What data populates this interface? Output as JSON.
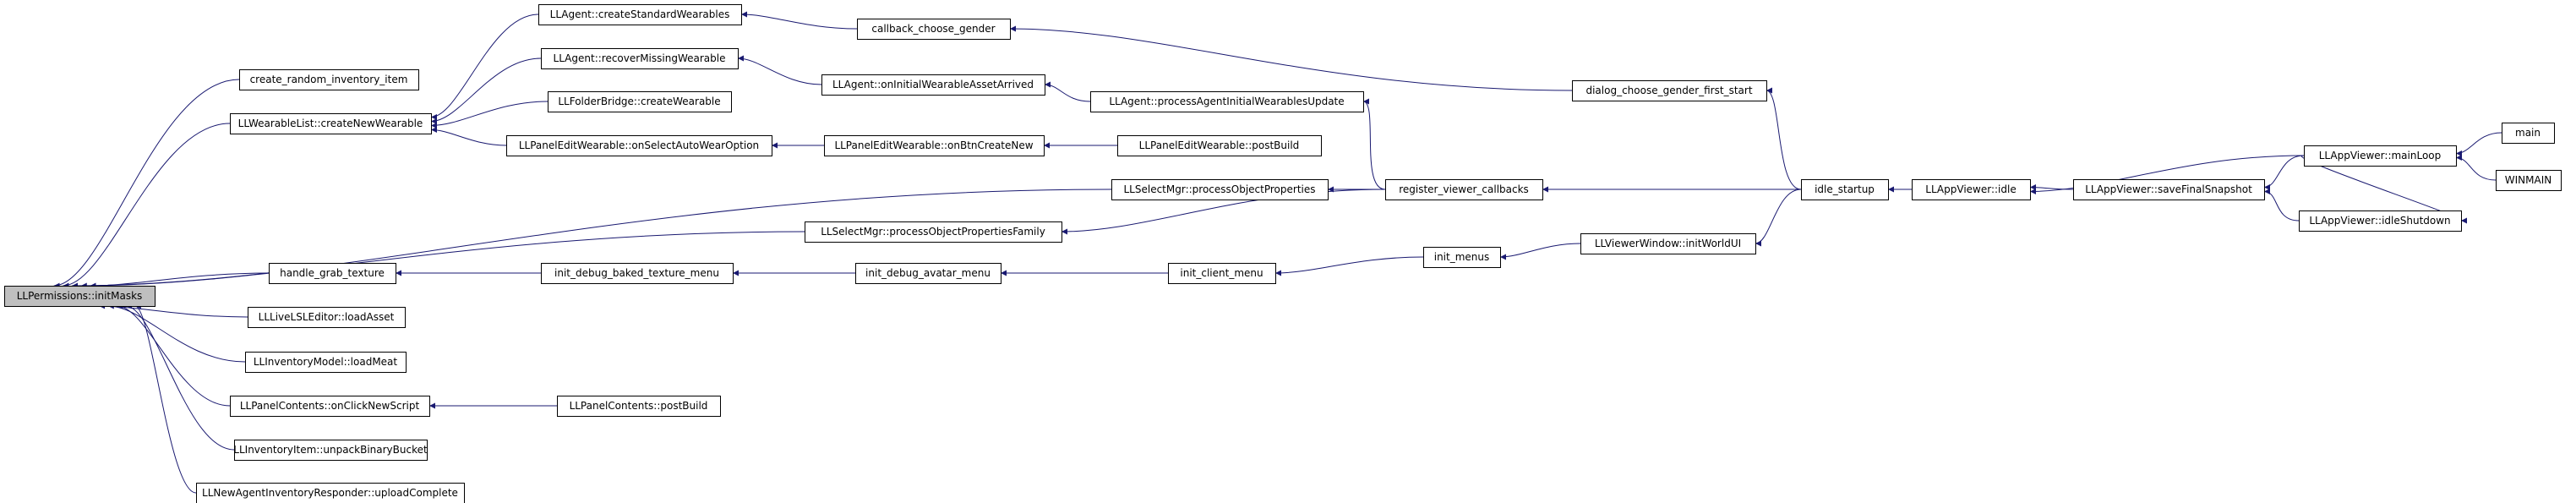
{
  "nodes": [
    {
      "id": "initMasks",
      "label": "LLPermissions::initMasks",
      "root": true
    },
    {
      "id": "createRandomItem",
      "label": "create_random_inventory_item"
    },
    {
      "id": "createNewWearable",
      "label": "LLWearableList::createNewWearable"
    },
    {
      "id": "grabTexture",
      "label": "handle_grab_texture"
    },
    {
      "id": "loadAsset",
      "label": "LLLiveLSLEditor::loadAsset"
    },
    {
      "id": "loadMeat",
      "label": "LLInventoryModel::loadMeat"
    },
    {
      "id": "onClickNewScript",
      "label": "LLPanelContents::onClickNewScript"
    },
    {
      "id": "unpackBinary",
      "label": "LLInventoryItem::unpackBinaryBucket"
    },
    {
      "id": "uploadComplete",
      "label": "LLNewAgentInventoryResponder::uploadComplete"
    },
    {
      "id": "createStdWearables",
      "label": "LLAgent::createStandardWearables"
    },
    {
      "id": "recoverMissing",
      "label": "LLAgent::recoverMissingWearable"
    },
    {
      "id": "folderBridgeCreate",
      "label": "LLFolderBridge::createWearable"
    },
    {
      "id": "onSelectAutoWear",
      "label": "LLPanelEditWearable::onSelectAutoWearOption"
    },
    {
      "id": "processObjProps",
      "label": "LLSelectMgr::processObjectProperties"
    },
    {
      "id": "processObjPropsFamily",
      "label": "LLSelectMgr::processObjectPropertiesFamily"
    },
    {
      "id": "initDebugBaked",
      "label": "init_debug_baked_texture_menu"
    },
    {
      "id": "contentsPostBuild",
      "label": "LLPanelContents::postBuild"
    },
    {
      "id": "callbackGender",
      "label": "callback_choose_gender"
    },
    {
      "id": "onInitialWearable",
      "label": "LLAgent::onInitialWearableAssetArrived"
    },
    {
      "id": "onBtnCreateNew",
      "label": "LLPanelEditWearable::onBtnCreateNew"
    },
    {
      "id": "initDebugAvatar",
      "label": "init_debug_avatar_menu"
    },
    {
      "id": "processAgentWearables",
      "label": "LLAgent::processAgentInitialWearablesUpdate"
    },
    {
      "id": "editWearablePostBuild",
      "label": "LLPanelEditWearable::postBuild"
    },
    {
      "id": "registerCallbacks",
      "label": "register_viewer_callbacks"
    },
    {
      "id": "initClientMenu",
      "label": "init_client_menu"
    },
    {
      "id": "initMenus",
      "label": "init_menus"
    },
    {
      "id": "dialogGender",
      "label": "dialog_choose_gender_first_start"
    },
    {
      "id": "initWorldUI",
      "label": "LLViewerWindow::initWorldUI"
    },
    {
      "id": "idleStartup",
      "label": "idle_startup"
    },
    {
      "id": "appIdle",
      "label": "LLAppViewer::idle"
    },
    {
      "id": "saveSnapshot",
      "label": "LLAppViewer::saveFinalSnapshot"
    },
    {
      "id": "mainLoop",
      "label": "LLAppViewer::mainLoop"
    },
    {
      "id": "idleShutdown",
      "label": "LLAppViewer::idleShutdown"
    },
    {
      "id": "main",
      "label": "main"
    },
    {
      "id": "winmain",
      "label": "WINMAIN"
    }
  ],
  "edges": [
    [
      "createRandomItem",
      "initMasks"
    ],
    [
      "createNewWearable",
      "initMasks"
    ],
    [
      "processObjProps",
      "initMasks"
    ],
    [
      "processObjPropsFamily",
      "initMasks"
    ],
    [
      "grabTexture",
      "initMasks"
    ],
    [
      "loadAsset",
      "initMasks"
    ],
    [
      "loadMeat",
      "initMasks"
    ],
    [
      "onClickNewScript",
      "initMasks"
    ],
    [
      "unpackBinary",
      "initMasks"
    ],
    [
      "uploadComplete",
      "initMasks"
    ],
    [
      "createStdWearables",
      "createNewWearable"
    ],
    [
      "recoverMissing",
      "createNewWearable"
    ],
    [
      "folderBridgeCreate",
      "createNewWearable"
    ],
    [
      "onSelectAutoWear",
      "createNewWearable"
    ],
    [
      "initDebugBaked",
      "grabTexture"
    ],
    [
      "contentsPostBuild",
      "onClickNewScript"
    ],
    [
      "callbackGender",
      "createStdWearables"
    ],
    [
      "onInitialWearable",
      "recoverMissing"
    ],
    [
      "onBtnCreateNew",
      "onSelectAutoWear"
    ],
    [
      "registerCallbacks",
      "processObjProps"
    ],
    [
      "registerCallbacks",
      "processObjPropsFamily"
    ],
    [
      "initDebugAvatar",
      "initDebugBaked"
    ],
    [
      "dialogGender",
      "callbackGender"
    ],
    [
      "processAgentWearables",
      "onInitialWearable"
    ],
    [
      "editWearablePostBuild",
      "onBtnCreateNew"
    ],
    [
      "initClientMenu",
      "initDebugAvatar"
    ],
    [
      "idleStartup",
      "dialogGender"
    ],
    [
      "registerCallbacks",
      "processAgentWearables"
    ],
    [
      "idleStartup",
      "registerCallbacks"
    ],
    [
      "initMenus",
      "initClientMenu"
    ],
    [
      "initWorldUI",
      "initMenus"
    ],
    [
      "idleStartup",
      "initWorldUI"
    ],
    [
      "appIdle",
      "idleStartup"
    ],
    [
      "saveSnapshot",
      "appIdle"
    ],
    [
      "mainLoop",
      "appIdle"
    ],
    [
      "mainLoop",
      "saveSnapshot"
    ],
    [
      "idleShutdown",
      "saveSnapshot"
    ],
    [
      "mainLoop",
      "idleShutdown"
    ],
    [
      "main",
      "mainLoop"
    ],
    [
      "winmain",
      "mainLoop"
    ]
  ],
  "colors": {
    "edge": "#191970",
    "root_fill": "#bfbfbf",
    "node_fill": "#ffffff",
    "node_border": "#000000"
  }
}
